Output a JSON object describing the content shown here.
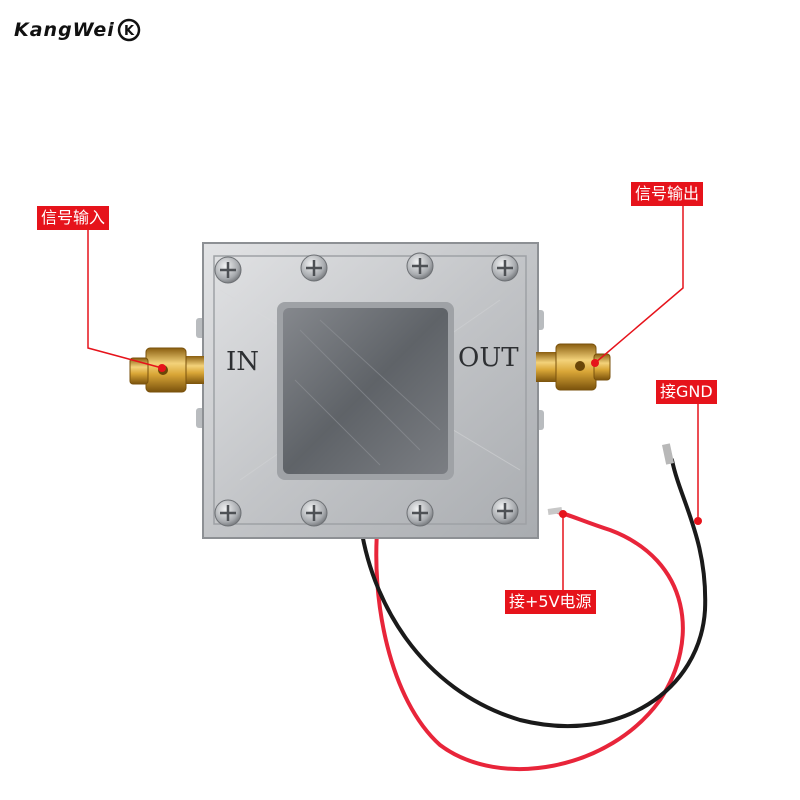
{
  "brand": {
    "logo_text": "KangWei",
    "logo_mark": "K"
  },
  "module": {
    "port_in_label": "IN",
    "port_out_label": "OUT"
  },
  "callouts": {
    "signal_in": "信号输入",
    "signal_out": "信号输出",
    "ground": "接GND",
    "power": "接+5V电源"
  },
  "colors": {
    "callout_bg": "#e6131b",
    "callout_text": "#ffffff",
    "case_metal": "#c9cacc",
    "shield_dark": "#6e7176",
    "connector_gold": "#d4a32e",
    "wire_red": "#e8253a",
    "wire_black": "#1a1a1a"
  }
}
